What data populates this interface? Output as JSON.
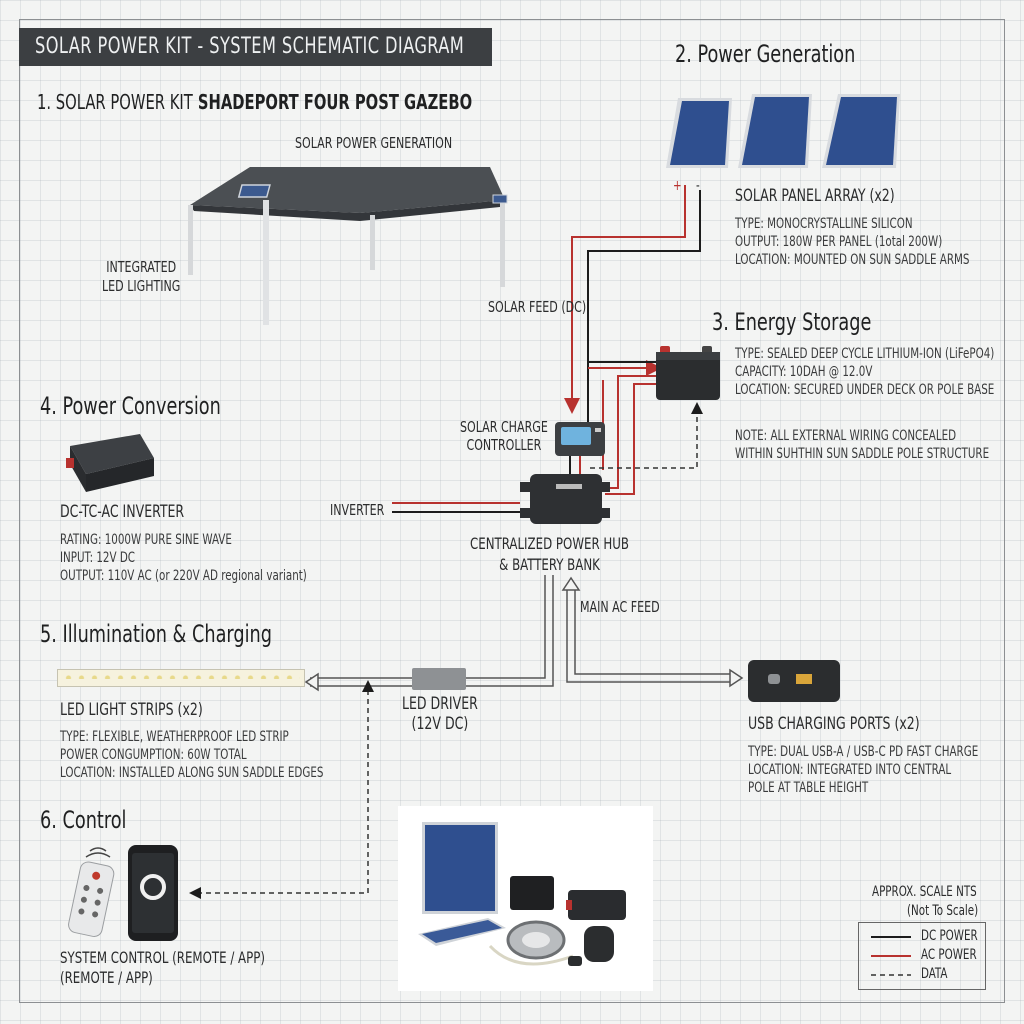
{
  "header": {
    "title": "SOLAR POWER KIT - SYSTEM SCHEMATIC DIAGRAM"
  },
  "section1": {
    "heading_prefix": "1. SOLAR POWER KIT",
    "heading_suffix": " SHADEPORT FOUR POST GAZEBO",
    "solar_generation_label": "SOLAR POWER GENERATION",
    "led_label_line1": "INTEGRATED",
    "led_label_line2": "LED LIGHTING"
  },
  "section2": {
    "heading": "2. Power Generation",
    "array_label": "SOLAR PANEL ARRAY (x2)",
    "type": "TYPE: MONOCRYSTALLINE SILICON",
    "output": "OUTPUT: 180W PER PANEL (1otal 200W)",
    "location": "LOCATION: MOUNTED ON SUN SADDLE ARMS",
    "plus_sign": "+",
    "minus_sign": "-"
  },
  "section3": {
    "heading": "3. Energy Storage",
    "type": "TYPE: SEALED DEEP CYCLE LITHIUM-ION (LiFePO4)",
    "capacity": "CAPACITY: 10DAH @ 12.0V",
    "location": "LOCATION: SECURED UNDER DECK OR POLE BASE",
    "note_line1": "NOTE: ALL EXTERNAL WIRING CONCEALED",
    "note_line2": "WITHIN SUHTHIN SUN SADDLE POLE STRUCTURE"
  },
  "section4": {
    "heading": "4. Power Conversion",
    "inverter_label": "DC-TC-AC INVERTER",
    "rating": "RATING: 1000W PURE SINE WAVE",
    "input": "INPUT: 12V DC",
    "output": "OUTPUT: 110V AC (or 220V AD regional variant)"
  },
  "section5": {
    "heading": "5. Illumination & Charging",
    "strips_label": "LED LIGHT STRIPS (x2)",
    "strips_type": "TYPE: FLEXIBLE, WEATHERPROOF LED STRIP",
    "strips_power": "POWER CONGUMPTION: 60W TOTAL",
    "strips_location": "LOCATION: INSTALLED ALONG SUN SADDLE EDGES",
    "driver_line1": "LED DRIVER",
    "driver_line2": "(12V DC)",
    "usb_label": "USB CHARGING PORTS (x2)",
    "usb_type": "TYPE: DUAL USB-A / USB-C PD FAST CHARGE",
    "usb_location_line1": "LOCATION: INTEGRATED INTO CENTRAL",
    "usb_location_line2": "POLE AT TABLE HEIGHT"
  },
  "section6": {
    "heading": "6. Control",
    "control_label_line1": "SYSTEM CONTROL (REMOTE / APP)",
    "control_label_line2": "(REMOTE / APP)"
  },
  "hub": {
    "solar_feed": "SOLAR FEED (DC)",
    "controller_line1": "SOLAR CHARGE",
    "controller_line2": "CONTROLLER",
    "inverter_tag": "INVERTER",
    "hub_line1": "CENTRALIZED POWER HUB",
    "hub_line2": "& BATTERY BANK",
    "main_ac_feed": "MAIN AC FEED"
  },
  "legend": {
    "scale_line1": "APPROX. SCALE  NTS",
    "scale_line2": "(Not To Scale)",
    "items": [
      {
        "label": "DC POWER",
        "color": "#1c1c1c",
        "style": "solid"
      },
      {
        "label": "AC POWER",
        "color": "#b8322f",
        "style": "solid"
      },
      {
        "label": "DATA",
        "color": "#333333",
        "style": "dashed"
      }
    ]
  },
  "colors": {
    "dc_power": "#1c1c1c",
    "ac_power": "#b8322f",
    "title_bar": "#3c3f42"
  }
}
